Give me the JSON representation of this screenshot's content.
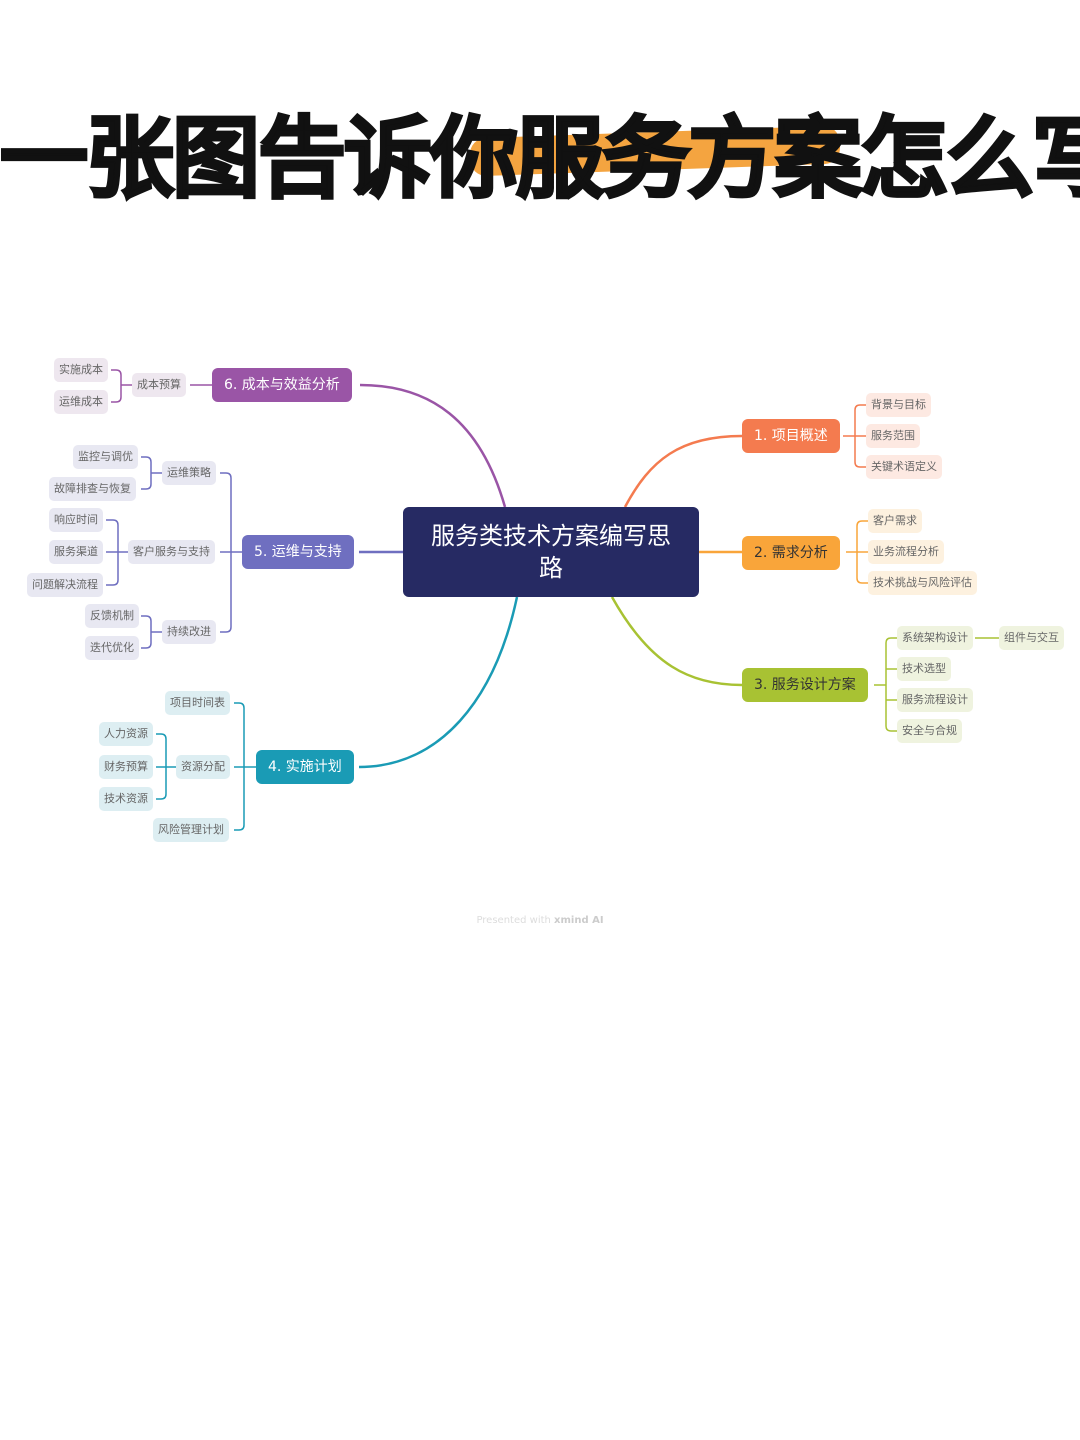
{
  "title": "一张图告诉你服务方案怎么写",
  "colors": {
    "center": "#262a63",
    "t1": "#f47b4f",
    "t2": "#f9a53a",
    "t3": "#a8c233",
    "t4": "#1a9bb5",
    "t5": "#6f6fc0",
    "t6": "#9a55a6",
    "highlight": "#f39a2b"
  },
  "center": "服务类技术方案编写思路",
  "t1": {
    "label": "1. 项目概述",
    "children": [
      "背景与目标",
      "服务范围",
      "关键术语定义"
    ]
  },
  "t2": {
    "label": "2. 需求分析",
    "children": [
      "客户需求",
      "业务流程分析",
      "技术挑战与风险评估"
    ]
  },
  "t3": {
    "label": "3. 服务设计方案",
    "children": [
      "系统架构设计",
      "技术选型",
      "服务流程设计",
      "安全与合规"
    ],
    "sub": "组件与交互"
  },
  "t4": {
    "label": "4. 实施计划",
    "children": [
      "项目时间表",
      "资源分配",
      "风险管理计划"
    ],
    "sub": [
      "人力资源",
      "财务预算",
      "技术资源"
    ]
  },
  "t5": {
    "label": "5. 运维与支持",
    "children": [
      "运维策略",
      "客户服务与支持",
      "持续改进"
    ],
    "sub1": [
      "监控与调优",
      "故障排查与恢复"
    ],
    "sub2": [
      "响应时间",
      "服务渠道",
      "问题解决流程"
    ],
    "sub3": [
      "反馈机制",
      "迭代优化"
    ]
  },
  "t6": {
    "label": "6. 成本与效益分析",
    "children": [
      "成本预算"
    ],
    "sub": [
      "实施成本",
      "运维成本"
    ]
  },
  "footer": {
    "prefix": "Presented with ",
    "brand": "xmind AI"
  }
}
